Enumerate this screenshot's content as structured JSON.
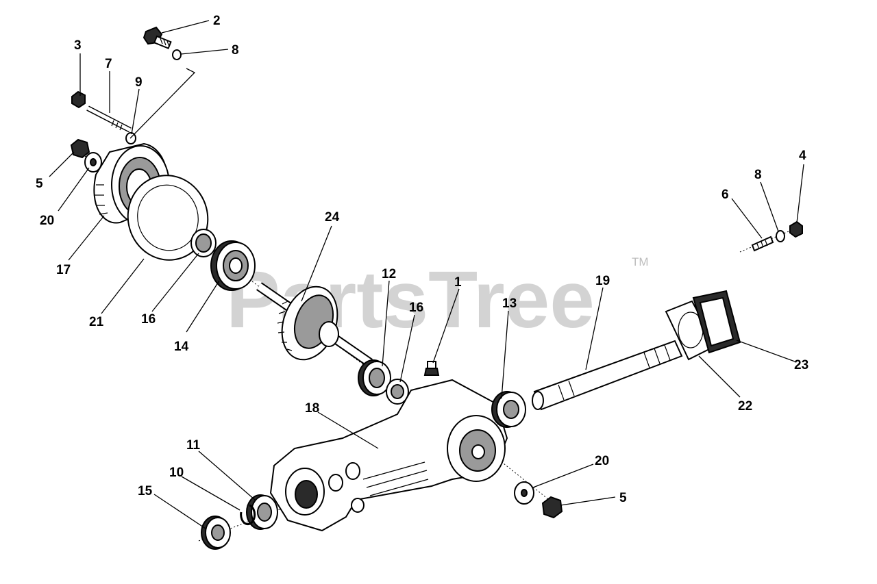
{
  "watermark": {
    "text": "PartsTree",
    "trademark": "TM"
  },
  "callouts": [
    {
      "id": "c1",
      "label": "1"
    },
    {
      "id": "c2",
      "label": "2"
    },
    {
      "id": "c3",
      "label": "3"
    },
    {
      "id": "c4",
      "label": "4"
    },
    {
      "id": "c5a",
      "label": "5"
    },
    {
      "id": "c5b",
      "label": "5"
    },
    {
      "id": "c6",
      "label": "6"
    },
    {
      "id": "c7",
      "label": "7"
    },
    {
      "id": "c8a",
      "label": "8"
    },
    {
      "id": "c8b",
      "label": "8"
    },
    {
      "id": "c9",
      "label": "9"
    },
    {
      "id": "c10",
      "label": "10"
    },
    {
      "id": "c11",
      "label": "11"
    },
    {
      "id": "c12",
      "label": "12"
    },
    {
      "id": "c13",
      "label": "13"
    },
    {
      "id": "c14",
      "label": "14"
    },
    {
      "id": "c15",
      "label": "15"
    },
    {
      "id": "c16a",
      "label": "16"
    },
    {
      "id": "c16b",
      "label": "16"
    },
    {
      "id": "c17",
      "label": "17"
    },
    {
      "id": "c18",
      "label": "18"
    },
    {
      "id": "c19",
      "label": "19"
    },
    {
      "id": "c20a",
      "label": "20"
    },
    {
      "id": "c20b",
      "label": "20"
    },
    {
      "id": "c21",
      "label": "21"
    },
    {
      "id": "c22",
      "label": "22"
    },
    {
      "id": "c23",
      "label": "23"
    },
    {
      "id": "c24",
      "label": "24"
    }
  ]
}
